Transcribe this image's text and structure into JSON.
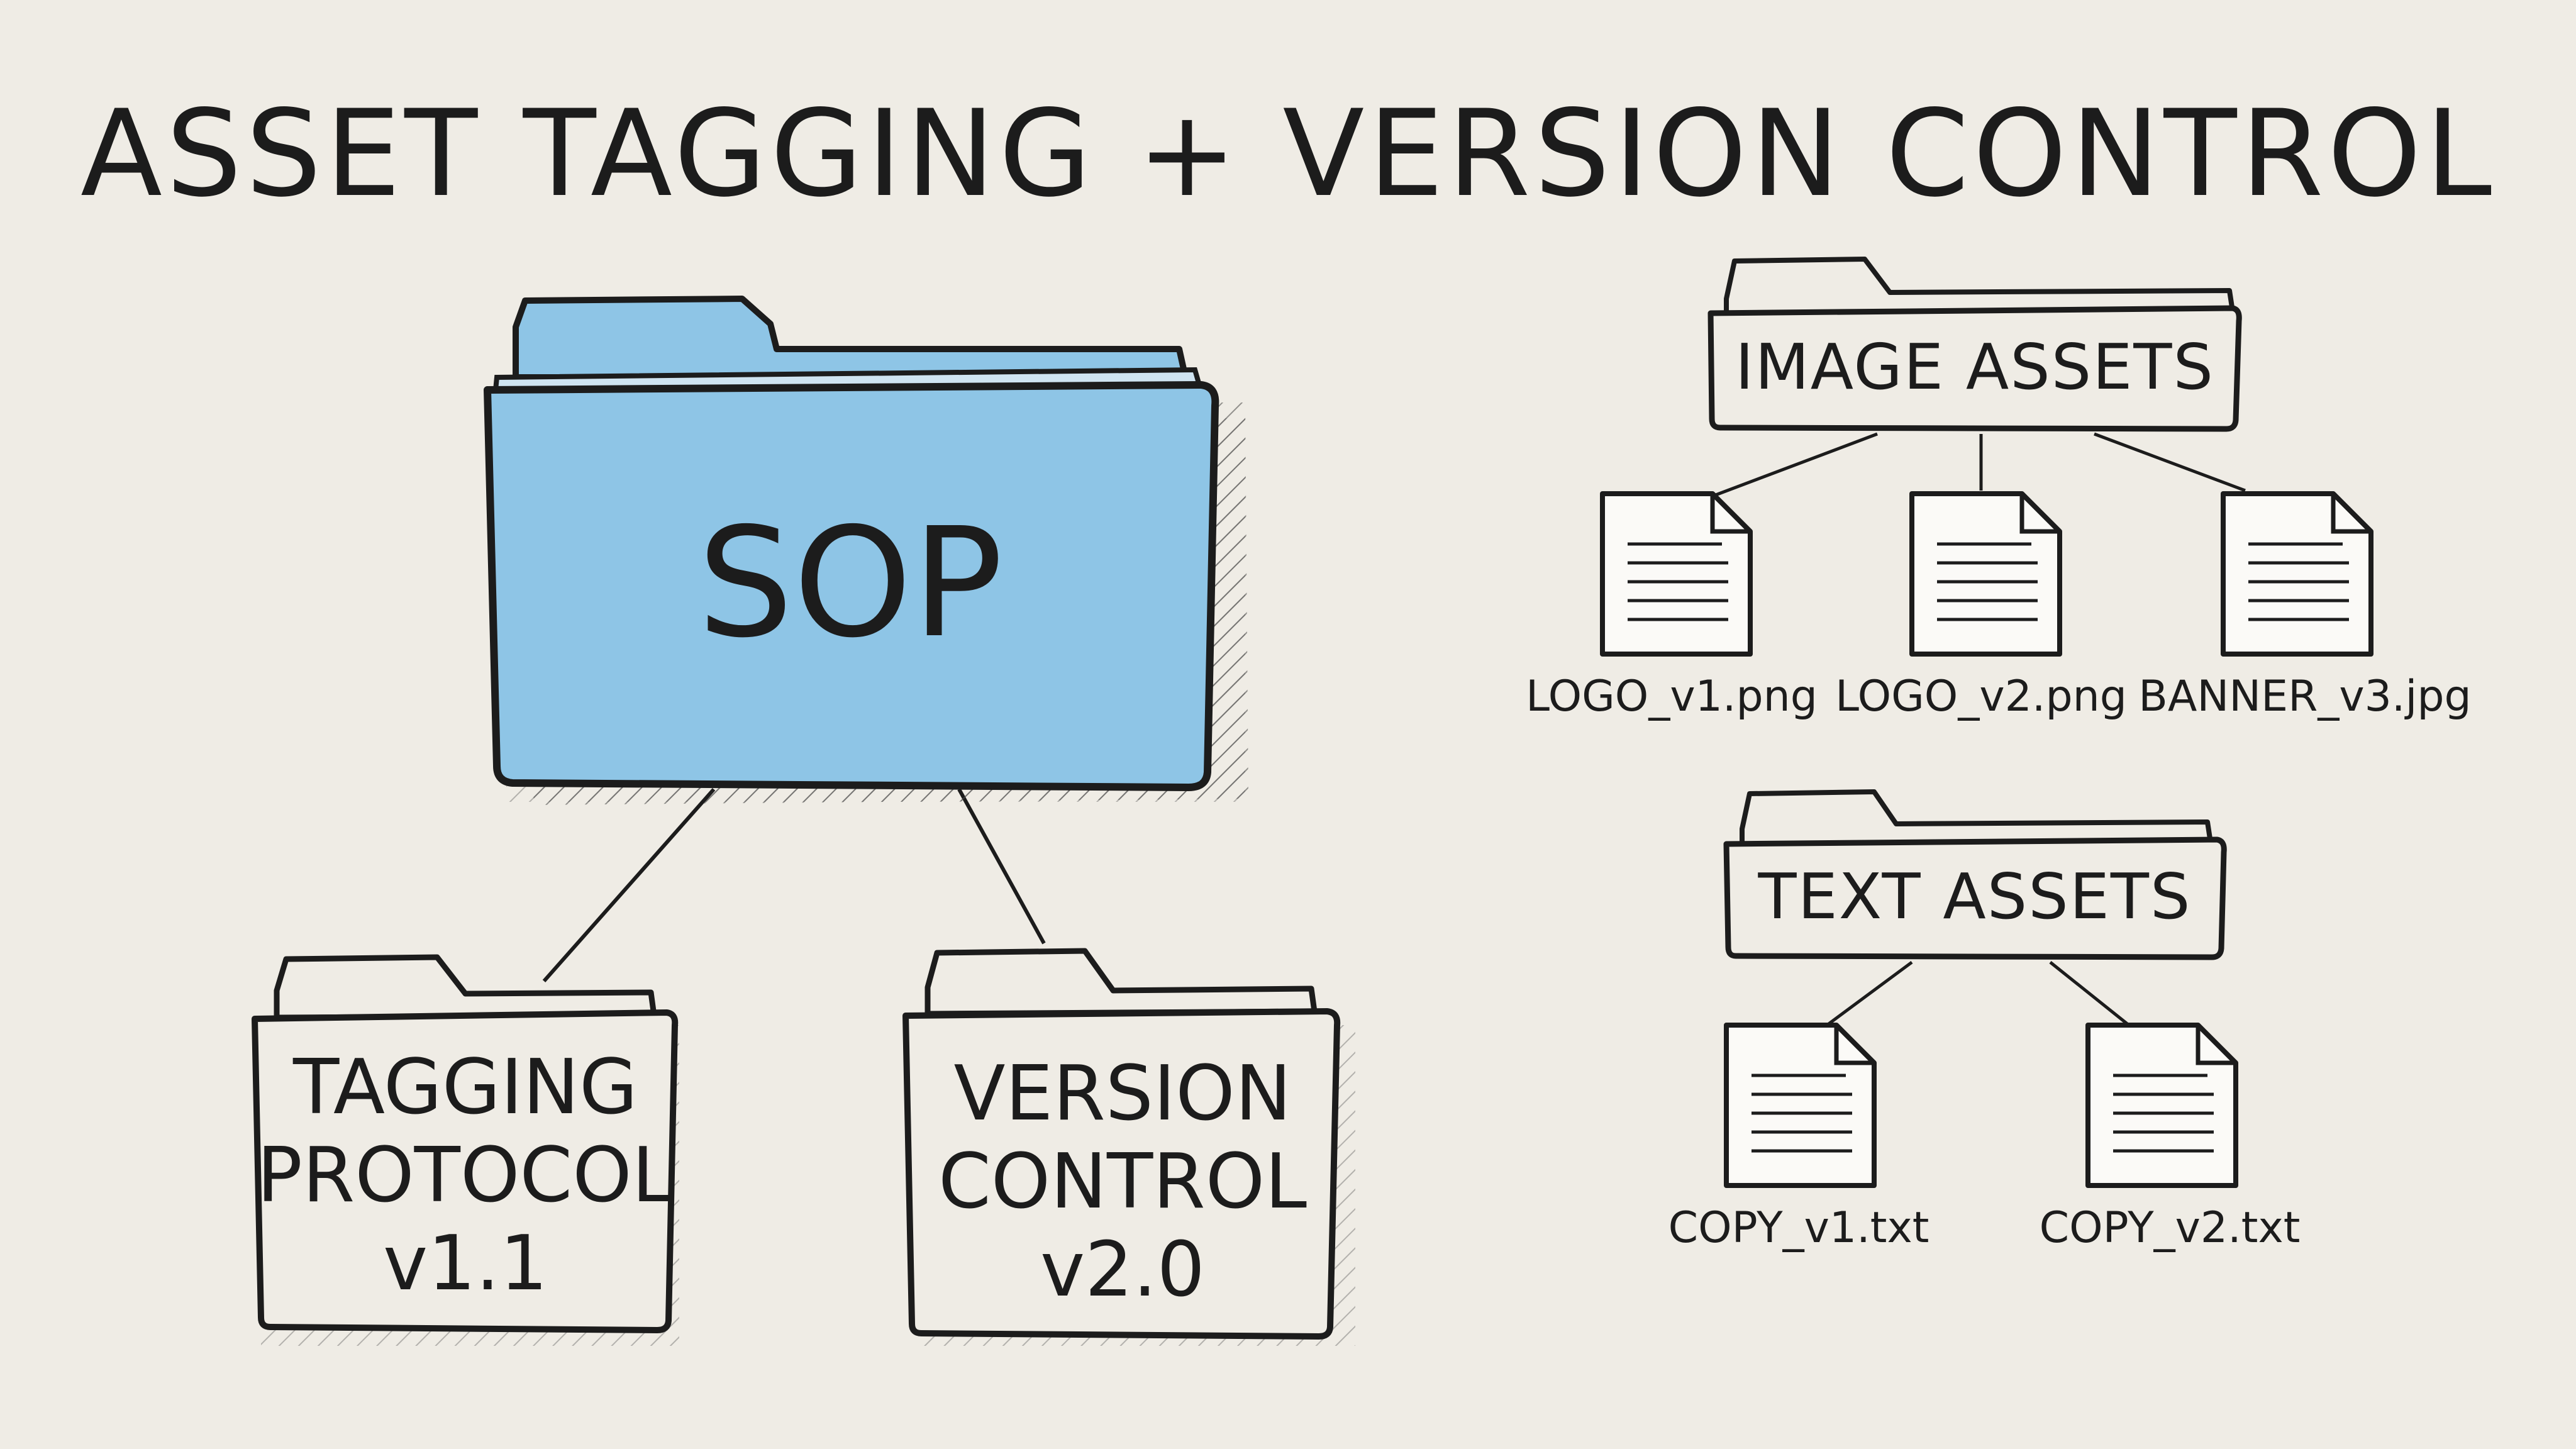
{
  "title": "ASSET TAGGING + VERSION CONTROL",
  "root_folder": {
    "label": "SOP",
    "color": "#8ec5e6",
    "children": [
      {
        "lines": [
          "TAGGING",
          "PROTOCOL",
          "v1.1"
        ]
      },
      {
        "lines": [
          "VERSION",
          "CONTROL",
          "v2.0"
        ]
      }
    ]
  },
  "groups": [
    {
      "label": "IMAGE ASSETS",
      "files": [
        "LOGO_v1.png",
        "LOGO_v2.png",
        "BANNER_v3.jpg"
      ]
    },
    {
      "label": "TEXT ASSETS",
      "files": [
        "COPY_v1.txt",
        "COPY_v2.txt"
      ]
    }
  ],
  "icons": {
    "folder": "folder-icon",
    "document": "document-icon"
  },
  "colors": {
    "ink": "#1c1c1c",
    "paper": "#efece5",
    "folder_blue": "#8ec5e6"
  }
}
